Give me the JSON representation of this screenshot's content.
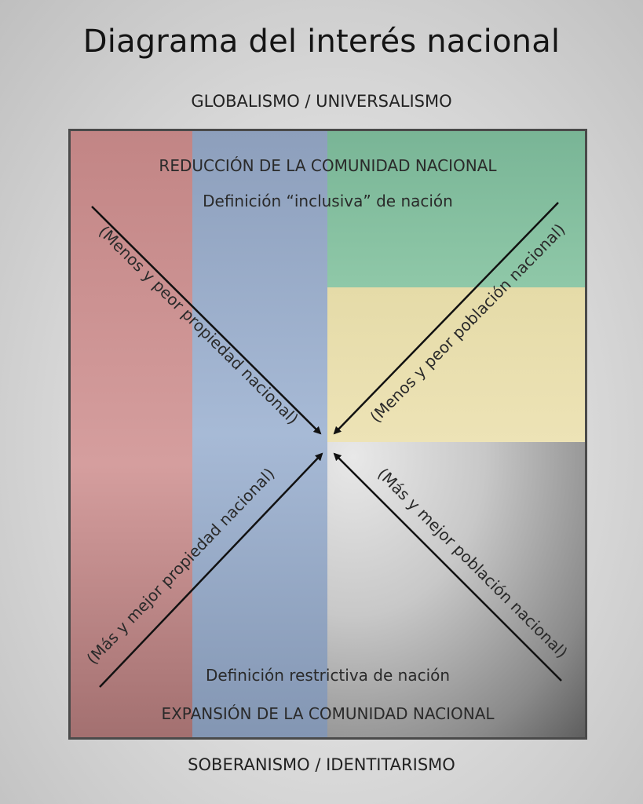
{
  "title": "Diagrama del interés nacional",
  "axis": {
    "top": "GLOBALISMO / UNIVERSALISMO",
    "bottom": "SOBERANISMO / IDENTITARISMO"
  },
  "inner": {
    "top_upper": "REDUCCIÓN DE LA COMUNIDAD NACIONAL",
    "top_lower": "Definición “inclusiva” de nación",
    "bottom_upper": "Definición restrictiva de nación",
    "bottom_lower": "EXPANSIÓN DE LA COMUNIDAD NACIONAL"
  },
  "arrows": {
    "top_left": "(Menos y peor propiedad nacional)",
    "top_right": "(Menos y peor población nacional)",
    "bottom_left": "(Más y mejor propiedad nacional)",
    "bottom_right": "(Más y mejor población nacional)"
  },
  "colors": {
    "red": "#d59e9e",
    "blue": "#a7bad6",
    "green": "#8fc8a8",
    "yellow": "#ede3b6",
    "gray": "#c8c8c8",
    "frame": "#4a4a4a"
  }
}
